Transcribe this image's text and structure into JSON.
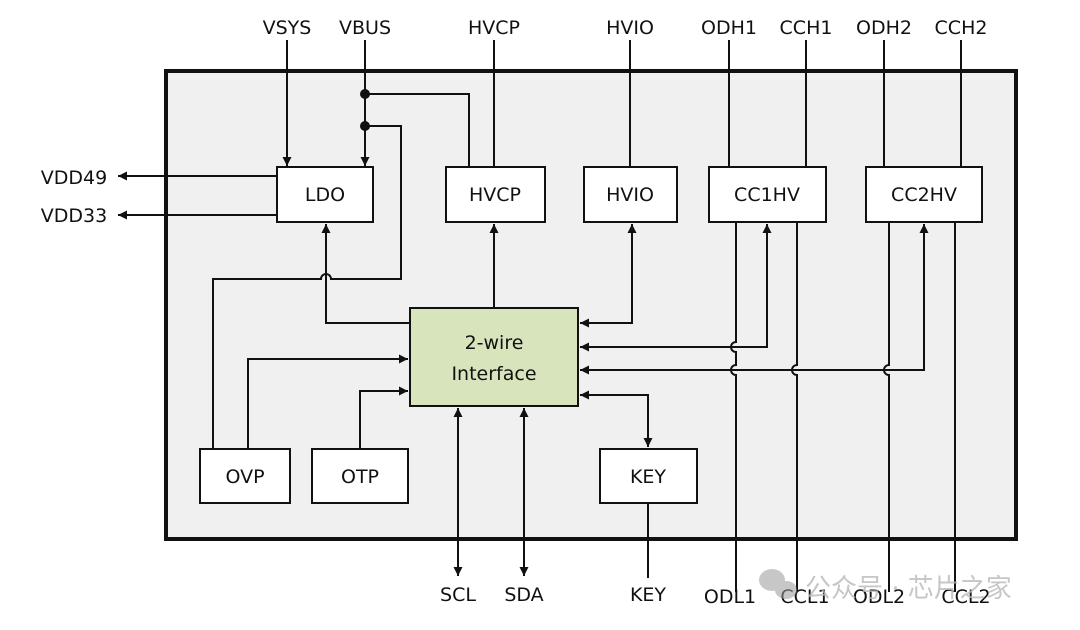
{
  "diagram": {
    "colors": {
      "chip_fill": "#f0f0f0",
      "interface_fill": "#d8e4bc",
      "block_fill": "#ffffff",
      "line": "#111111",
      "watermark": "#b8b8b8"
    },
    "top_pins": [
      {
        "id": "vsys",
        "label": "VSYS"
      },
      {
        "id": "vbus",
        "label": "VBUS"
      },
      {
        "id": "hvcp",
        "label": "HVCP"
      },
      {
        "id": "hvio",
        "label": "HVIO"
      },
      {
        "id": "odh1",
        "label": "ODH1"
      },
      {
        "id": "cch1",
        "label": "CCH1"
      },
      {
        "id": "odh2",
        "label": "ODH2"
      },
      {
        "id": "cch2",
        "label": "CCH2"
      }
    ],
    "left_pins": [
      {
        "id": "vdd49",
        "label": "VDD49"
      },
      {
        "id": "vdd33",
        "label": "VDD33"
      }
    ],
    "bottom_pins": [
      {
        "id": "scl",
        "label": "SCL"
      },
      {
        "id": "sda",
        "label": "SDA"
      },
      {
        "id": "key",
        "label": "KEY"
      },
      {
        "id": "odl1",
        "label": "ODL1"
      },
      {
        "id": "ccl1",
        "label": "CCL1"
      },
      {
        "id": "odl2",
        "label": "ODL2"
      },
      {
        "id": "ccl2",
        "label": "CCL2"
      }
    ],
    "blocks": {
      "ldo": "LDO",
      "hvcp": "HVCP",
      "hvio": "HVIO",
      "cc1hv": "CC1HV",
      "cc2hv": "CC2HV",
      "interface_line1": "2-wire",
      "interface_line2": "Interface",
      "ovp": "OVP",
      "otp": "OTP",
      "key": "KEY"
    },
    "watermark": "公众号 · 芯片之家"
  }
}
